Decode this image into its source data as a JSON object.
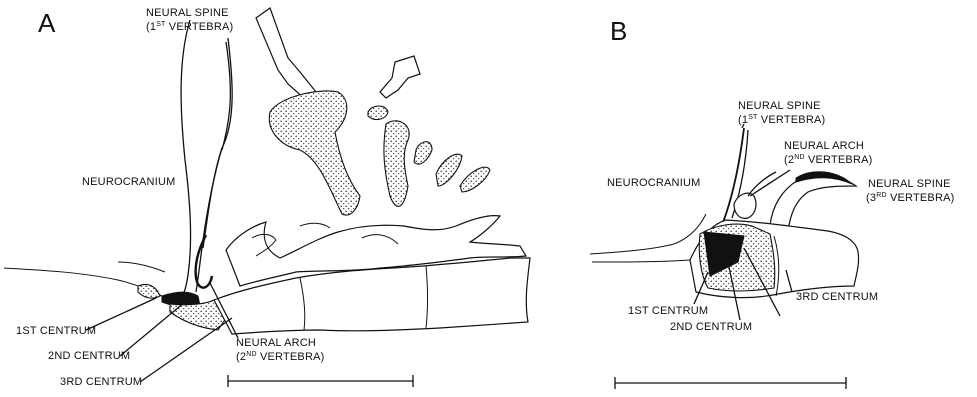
{
  "panel_a": {
    "letter": "A",
    "labels": {
      "neural_spine_1": "NEURAL SPINE",
      "neural_spine_1_sub_a": "(1",
      "neural_spine_1_sup": "ST",
      "neural_spine_1_sub_b": " VERTEBRA)",
      "neurocranium": "NEUROCRANIUM",
      "first_centrum": "1ST CENTRUM",
      "second_centrum": "2ND CENTRUM",
      "third_centrum": "3RD CENTRUM",
      "neural_arch_2": "NEURAL ARCH",
      "neural_arch_2_sub_a": "(2",
      "neural_arch_2_sup": "ND",
      "neural_arch_2_sub_b": " VERTEBRA)"
    }
  },
  "panel_b": {
    "letter": "B",
    "labels": {
      "neural_spine_1": "NEURAL SPINE",
      "neural_spine_1_sub_a": "(1",
      "neural_spine_1_sup": "ST",
      "neural_spine_1_sub_b": " VERTEBRA)",
      "neural_arch_2": "NEURAL ARCH",
      "neural_arch_2_sub_a": "(2",
      "neural_arch_2_sup": "ND",
      "neural_arch_2_sub_b": " VERTEBRA)",
      "neurocranium": "NEUROCRANIUM",
      "neural_spine_3": "NEURAL SPINE",
      "neural_spine_3_sub_a": "(3",
      "neural_spine_3_sup": "RD",
      "neural_spine_3_sub_b": " VERTEBRA)",
      "first_centrum": "1ST CENTRUM",
      "second_centrum": "2ND CENTRUM",
      "third_centrum": "3RD CENTRUM"
    }
  }
}
